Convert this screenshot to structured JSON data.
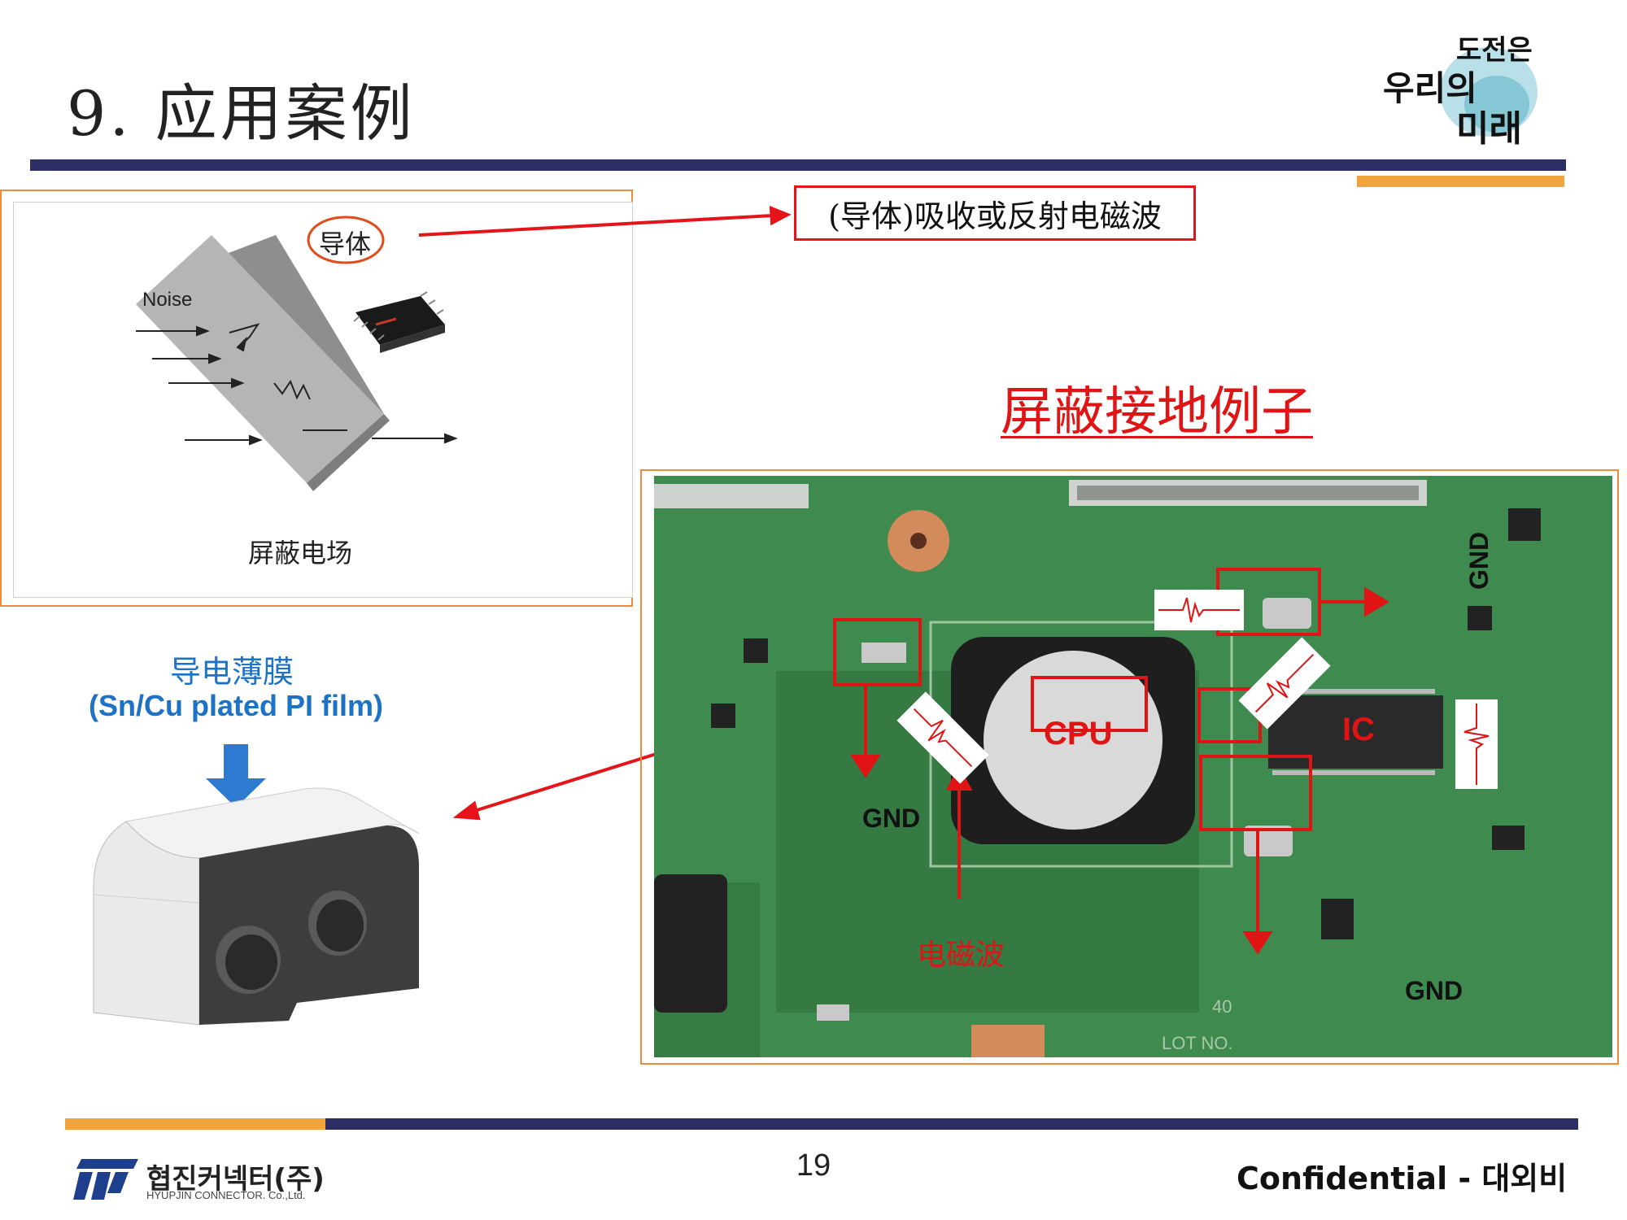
{
  "slide": {
    "title": "9. 应用案例",
    "page_number": "19",
    "confidential": "Confidential - 대외비",
    "company_name": "협진커넥터(주)",
    "company_sub": "HYUPJIN CONNECTOR. Co.,Ltd.",
    "logo_top_text": [
      "도전은",
      "우리의",
      "미래"
    ]
  },
  "left_diagram": {
    "conductor_label": "导体",
    "noise_label": "Noise",
    "caption": "屏蔽电场"
  },
  "callout": {
    "text": "(导体)吸收或反射电磁波"
  },
  "example": {
    "title": "屏蔽接地例子"
  },
  "film": {
    "label_cn": "导电薄膜",
    "label_en": "(Sn/Cu plated PI film)"
  },
  "pcb": {
    "cpu_label": "CPU",
    "ic_label": "IC",
    "gnd_left": "GND",
    "gnd_right_top": "GND",
    "gnd_bottom": "GND",
    "em_wave_label": "电磁波",
    "board_text_lot": "LOT NO.",
    "board_text_40": "40"
  },
  "colors": {
    "navy": "#2b2d63",
    "orange": "#f2a43c",
    "red": "#e5141b",
    "blue": "#1c72c4",
    "pcb_green": "#3f8a4e"
  }
}
